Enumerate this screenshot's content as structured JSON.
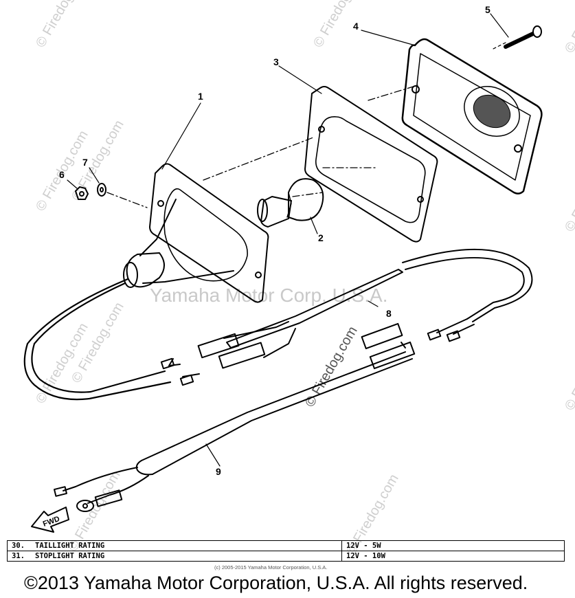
{
  "watermarks": {
    "site": "© Firedog.com",
    "center": "Yamaha Motor Corp. U.S.A."
  },
  "callouts": [
    "1",
    "2",
    "3",
    "4",
    "5",
    "6",
    "7",
    "8",
    "9"
  ],
  "fwd_label": "FWD",
  "spec_rows": [
    {
      "num": "30.",
      "name": "TAILLIGHT RATING",
      "value": "12V - 5W"
    },
    {
      "num": "31.",
      "name": "STOPLIGHT RATING",
      "value": "12V - 10W"
    }
  ],
  "small_copyright": "(c) 2005-2015 Yamaha Motor Corporation, U.S.A.",
  "copyright": "©2013 Yamaha Motor Corporation, U.S.A. All rights reserved."
}
